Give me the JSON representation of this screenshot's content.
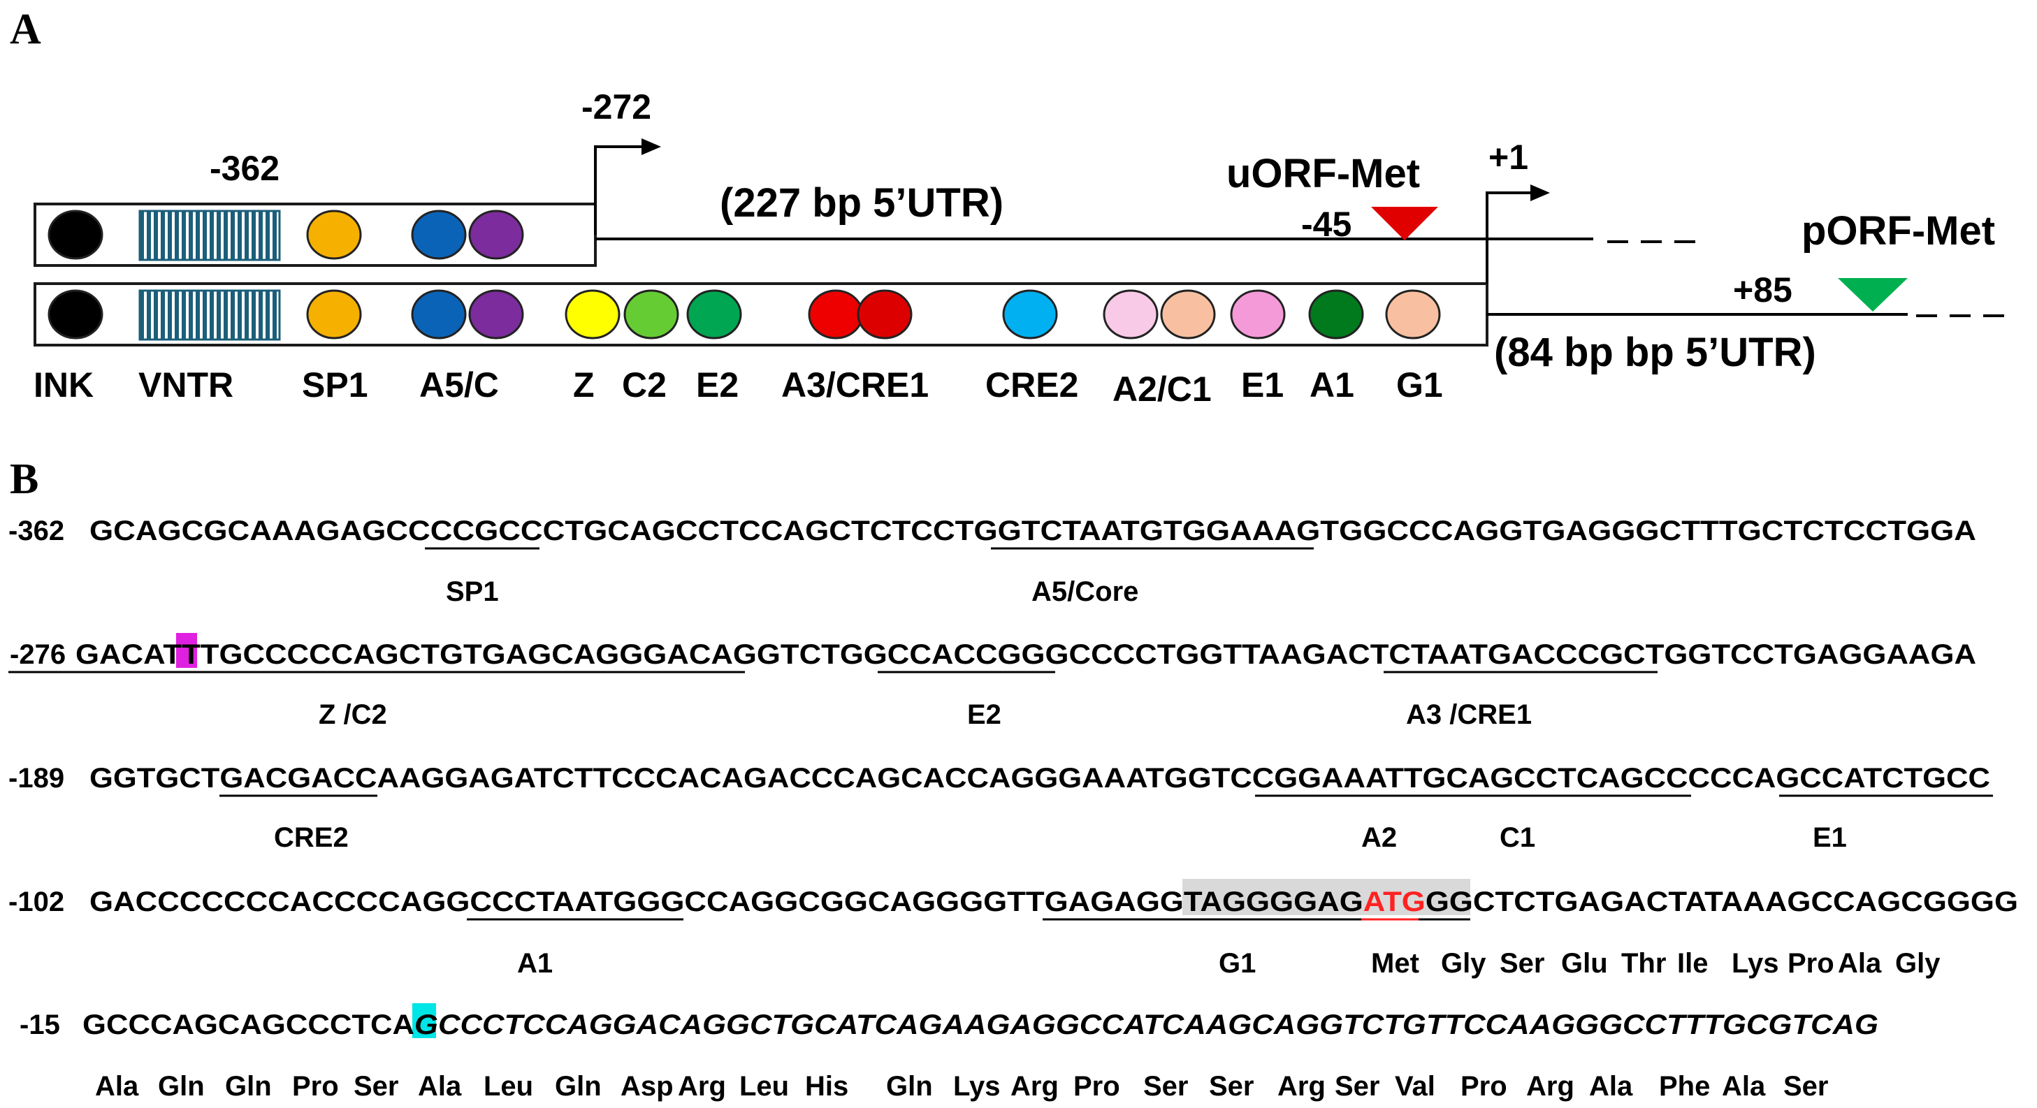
{
  "panel_a": {
    "label": "A",
    "pos_362": "-362",
    "pos_272": "-272",
    "pos_1": "+1",
    "pos_45": "-45",
    "pos_85": "+85",
    "utr_long": "(227 bp 5’UTR)",
    "utr_short": "(84 bp bp 5’UTR)",
    "uorf": "uORF-Met",
    "porf": "pORF-Met",
    "elements": [
      "INK",
      "VNTR",
      "SP1",
      "A5/C",
      "Z",
      "C2",
      "E2",
      "A3/CRE1",
      "CRE2",
      "A2/C1",
      "E1",
      "A1",
      "G1"
    ],
    "colors": {
      "ink": "#000000",
      "vntr": "#1b5f7a",
      "sp1": "#f5b000",
      "a5": "#0b63b8",
      "c": "#7c2c9c",
      "z": "#ffff00",
      "c2": "#66cc33",
      "e2": "#00a651",
      "a3": "#ee0000",
      "cre1": "#dd0000",
      "cre2": "#00b0f0",
      "a2": "#f9c9e8",
      "c1": "#f8c0a0",
      "e1": "#f59ad8",
      "a1": "#007a1c",
      "g1": "#f8c0a0",
      "uorf_triangle": "#e10000",
      "porf_triangle": "#00b050"
    }
  },
  "panel_b": {
    "label": "B",
    "rows": [
      {
        "pos": "-362",
        "seq": "GCAGCGCAAAGAGCCCCGCCCTGCAGCCTCCAGCTCTCCTGGTCTAATGTGGAAAGTGGCCCAGGTGAGGGCTTTGCTCTCCTGGA",
        "labels": [
          "SP1",
          "A5/Core"
        ]
      },
      {
        "pos": "-276",
        "seq": "GACATTTGCCCCCAGCTGTGAGCAGGGACAGGTCTGGCCACCGGGCCCCTGGTTAAGACTCTAATGACCCGCTGGTCCTGAGGAAGA",
        "labels": [
          "Z /C2",
          "E2",
          "A3 /CRE1"
        ]
      },
      {
        "pos": "-189",
        "seq": "GGTGCTGACGACCAAGGAGATCTTCCCACAGACCCAGCACCAGGGAAATGGTCCGGAAATTGCAGCCTCAGCCCCCAGCCATCTGCC",
        "labels": [
          "CRE2",
          "A2",
          "C1",
          "E1"
        ]
      },
      {
        "pos": "-102",
        "seq": "GACCCCCCCACCCCAGGCCCTAATGGGCCAGGCGGCAGGGGTTGAGAGGTAGGGGAGATGGGCTCTGAGACTATAAAGCCAGCGGGG",
        "labels": [
          "A1",
          "G1"
        ],
        "aa": [
          "Met",
          "Gly",
          "Ser",
          "Glu",
          "Thr",
          "Ile",
          "Lys",
          "Pro",
          "Ala",
          "Gly"
        ]
      },
      {
        "pos": "-15",
        "seq": "GCCCAGCAGCCCTCAGCCCTCCAGGACAGGCTGCATCAGAAGAGGCCATCAAGCAGGTCTGTTCCAAGGGCCTTTGCGTCAG",
        "aa": [
          "Ala",
          "Gln",
          "Gln",
          "Pro",
          "Ser",
          "Ala",
          "Leu",
          "Gln",
          "Asp",
          "Arg",
          "Leu",
          "His",
          "Gln",
          "Lys",
          "Arg",
          "Pro",
          "Ser",
          "Ser",
          "Arg",
          "Ser",
          "Val",
          "Pro",
          "Arg",
          "Ala",
          "Phe",
          "Ala",
          "Ser"
        ]
      }
    ],
    "colors": {
      "highlight_t": "#e020e0",
      "highlight_g": "#00e5e5",
      "atg": "#ff2222",
      "gray_box": "#d9d9d9",
      "purple_aa": "#7030a0"
    }
  }
}
